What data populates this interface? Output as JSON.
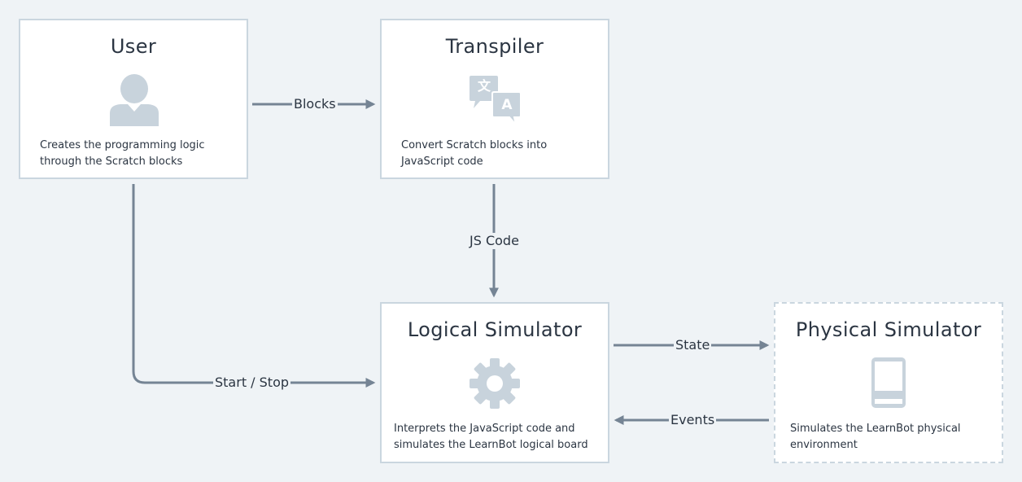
{
  "nodes": {
    "user": {
      "title": "User",
      "description": "Creates the programming logic through the Scratch blocks",
      "icon": "user-icon"
    },
    "transpiler": {
      "title": "Transpiler",
      "description": "Convert Scratch blocks into JavaScript code",
      "icon": "translate-icon"
    },
    "logical_simulator": {
      "title": "Logical Simulator",
      "description": "Interprets the JavaScript code and simulates the LearnBot logical board",
      "icon": "gear-icon"
    },
    "physical_simulator": {
      "title": "Physical Simulator",
      "description": "Simulates the LearnBot physical environment",
      "icon": "device-icon"
    }
  },
  "edges": {
    "blocks": "Blocks",
    "js_code": "JS Code",
    "start_stop": "Start / Stop",
    "state": "State",
    "events": "Events"
  },
  "colors": {
    "background": "#eff3f6",
    "border": "#cad6df",
    "arrow": "#758494",
    "icon": "#c8d3dc",
    "text": "#2b3542"
  },
  "translate_icon_glyphs": {
    "source": "文",
    "target": "A"
  }
}
